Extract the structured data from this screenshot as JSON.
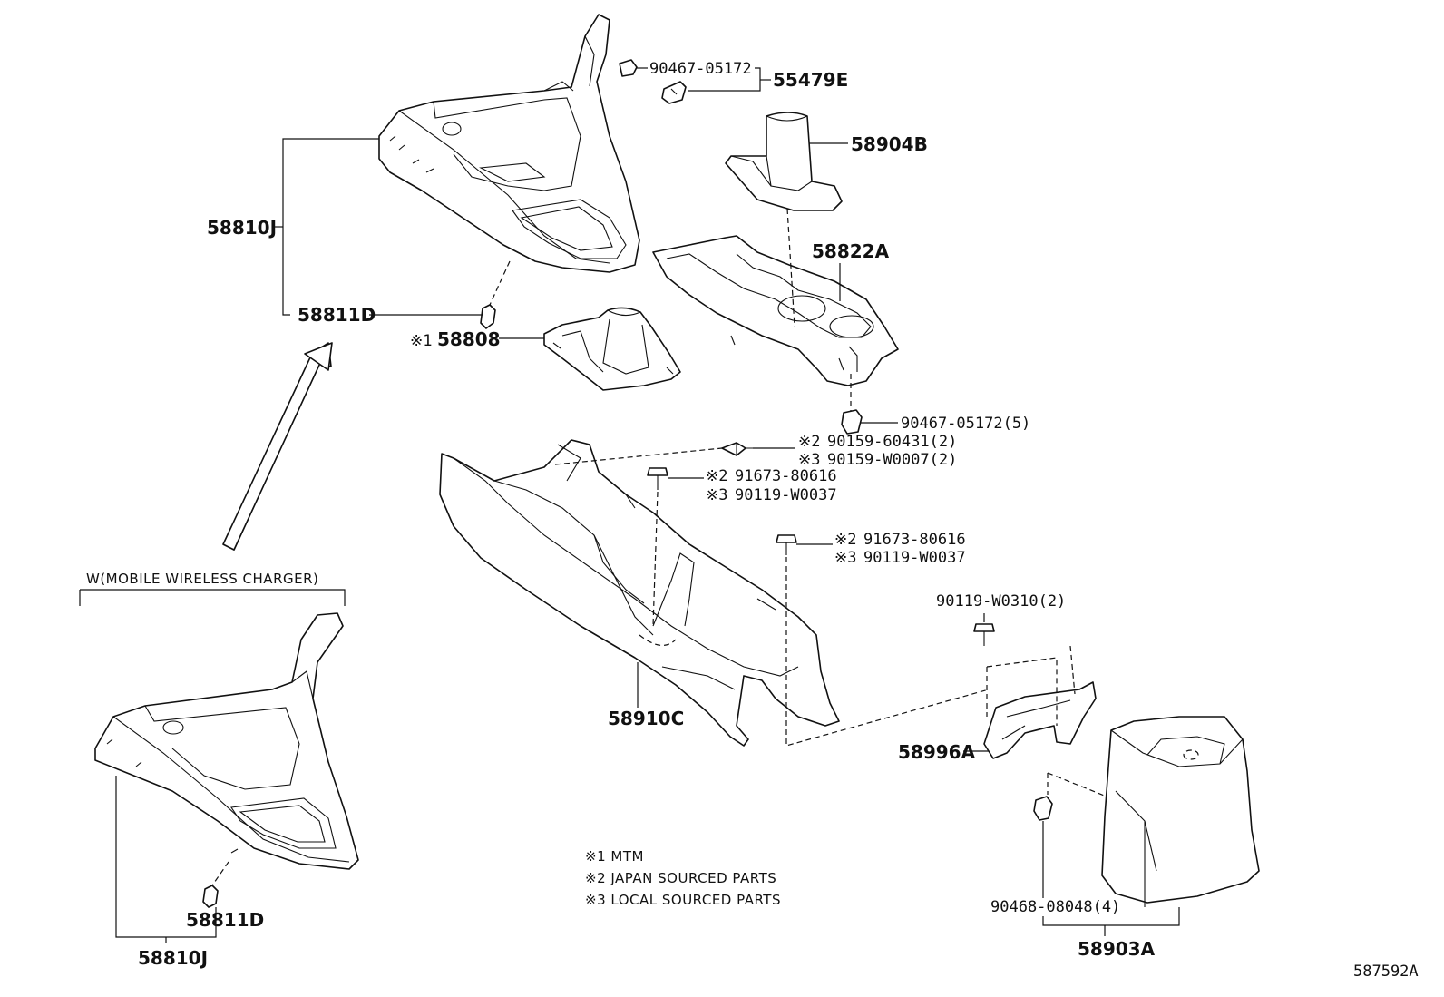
{
  "labels": {
    "p90467_05172": "90467-05172",
    "p55479E": "55479E",
    "p58904B": "58904B",
    "p58810J_top": "58810J",
    "p58822A": "58822A",
    "p58811D_top": "58811D",
    "p58808_mark": "※1",
    "p58808": "58808",
    "p90467_05172_5": "90467-05172(5)",
    "p90159_60431_mark": "※2",
    "p90159_60431": "90159-60431(2)",
    "p90159_W0007_mark": "※3",
    "p90159_W0007": "90159-W0007(2)",
    "p91673_a_mark": "※2",
    "p91673_a": "91673-80616",
    "p90119_a_mark": "※3",
    "p90119_a": "90119-W0037",
    "p91673_b_mark": "※2",
    "p91673_b": "91673-80616",
    "p90119_b_mark": "※3",
    "p90119_b": "90119-W0037",
    "p90119_W0310": "90119-W0310(2)",
    "p58910C": "58910C",
    "p58996A": "58996A",
    "p58811D_bottom": "58811D",
    "p58810J_bottom": "58810J",
    "p90468_08048": "90468-08048(4)",
    "p58903A": "58903A",
    "variant": "W(MOBILE WIRELESS CHARGER)",
    "illustration_no": "587592A"
  },
  "notes": [
    "※1 MTM",
    "※2 JAPAN SOURCED PARTS",
    "※3 LOCAL SOURCED PARTS"
  ]
}
